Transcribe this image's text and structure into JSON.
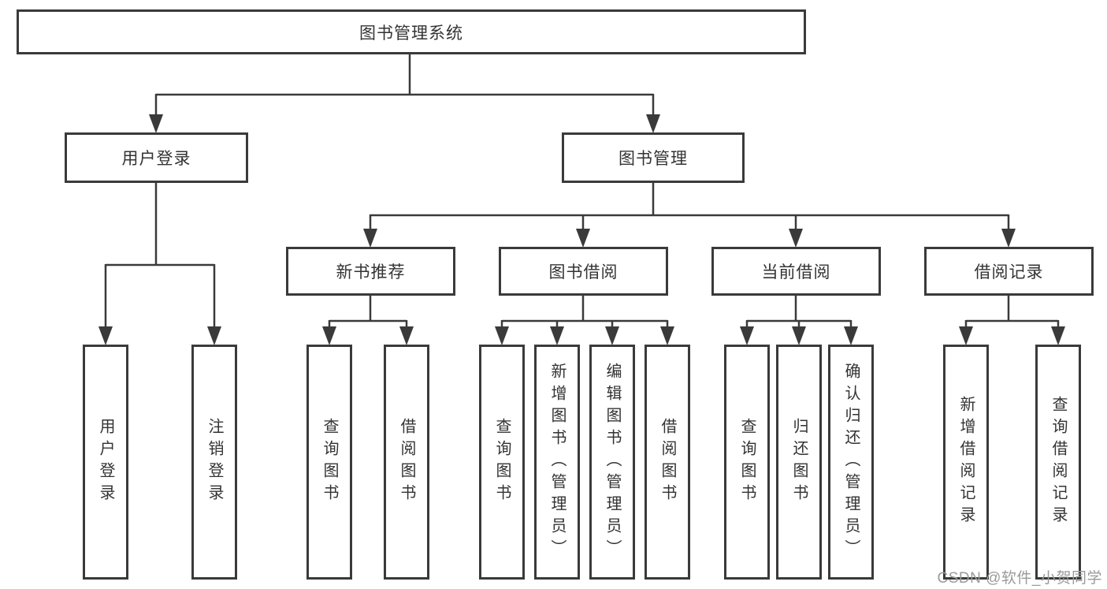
{
  "colors": {
    "background": "#ffffff",
    "line": "#3a3a3a",
    "box_border": "#3a3a3a",
    "text": "#333333",
    "watermark": "#9a9a9a"
  },
  "diagram": {
    "title": "图书管理系统",
    "level2": [
      {
        "label": "用户登录"
      },
      {
        "label": "图书管理"
      }
    ],
    "level3": [
      {
        "label": "新书推荐"
      },
      {
        "label": "图书借阅"
      },
      {
        "label": "当前借阅"
      },
      {
        "label": "借阅记录"
      }
    ],
    "leaves": {
      "user_login": [
        {
          "label": "用户登录"
        },
        {
          "label": "注销登录"
        }
      ],
      "new_book_recommend": [
        {
          "label": "查询图书"
        },
        {
          "label": "借阅图书"
        }
      ],
      "book_borrow": [
        {
          "label": "查询图书"
        },
        {
          "label": "新增图书（管理员）"
        },
        {
          "label": "编辑图书（管理员）"
        },
        {
          "label": "借阅图书"
        }
      ],
      "current_borrow": [
        {
          "label": "查询图书"
        },
        {
          "label": "归还图书"
        },
        {
          "label": "确认归还（管理员）"
        }
      ],
      "borrow_records": [
        {
          "label": "新增借阅记录"
        },
        {
          "label": "查询借阅记录"
        }
      ]
    }
  },
  "watermark": {
    "text": "CSDN @软件_小贺同学"
  }
}
